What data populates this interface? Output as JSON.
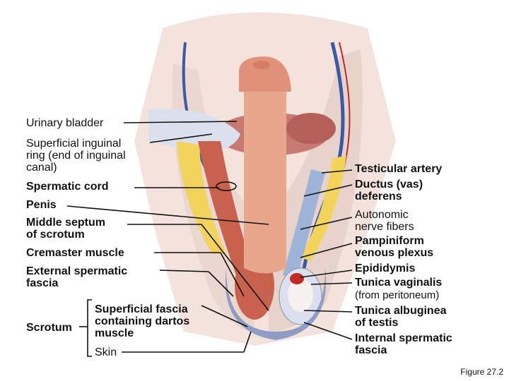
{
  "labels_left": [
    {
      "id": "urinary-bladder",
      "text": "Urinary bladder"
    },
    {
      "id": "superficial-inguinal-ring",
      "text": "Superficial inguinal\nring (end of inguinal\ncanal)"
    },
    {
      "id": "spermatic-cord",
      "text": "Spermatic cord"
    },
    {
      "id": "penis",
      "text": "Penis"
    },
    {
      "id": "middle-septum",
      "text": "Middle septum\nof scrotum"
    },
    {
      "id": "cremaster-muscle",
      "text": "Cremaster muscle"
    },
    {
      "id": "external-spermatic-fascia",
      "text": "External spermatic\nfascia"
    }
  ],
  "scrotum": {
    "group_label": "Scrotum",
    "items": [
      {
        "id": "superficial-fascia",
        "text": "Superficial fascia\ncontaining dartos\nmuscle"
      },
      {
        "id": "skin",
        "text": "Skin"
      }
    ]
  },
  "labels_right": [
    {
      "id": "testicular-artery",
      "text": "Testicular artery"
    },
    {
      "id": "ductus-deferens",
      "text": "Ductus (vas)\ndeferens"
    },
    {
      "id": "autonomic-nerve-fibers",
      "text": "Autonomic\nnerve fibers"
    },
    {
      "id": "pampiniform-plexus",
      "text": "Pampiniform\nvenous plexus"
    },
    {
      "id": "epididymis",
      "text": "Epididymis"
    },
    {
      "id": "tunica-vaginalis",
      "text": "Tunica vaginalis"
    },
    {
      "id": "from-peritoneum",
      "text": "(from peritoneum)"
    },
    {
      "id": "tunica-albuginea",
      "text": "Tunica albuginea\nof testis"
    },
    {
      "id": "internal-spermatic-fascia",
      "text": "Internal spermatic\nfascia"
    }
  ],
  "figure_caption": "Figure 27.2",
  "colors": {
    "skin": "#e8a68c",
    "muscle": "#c8614d",
    "fat": "#f2d35c",
    "fascia": "#dbe0ee",
    "vein": "#3a5aa8",
    "artery": "#c22b25"
  }
}
